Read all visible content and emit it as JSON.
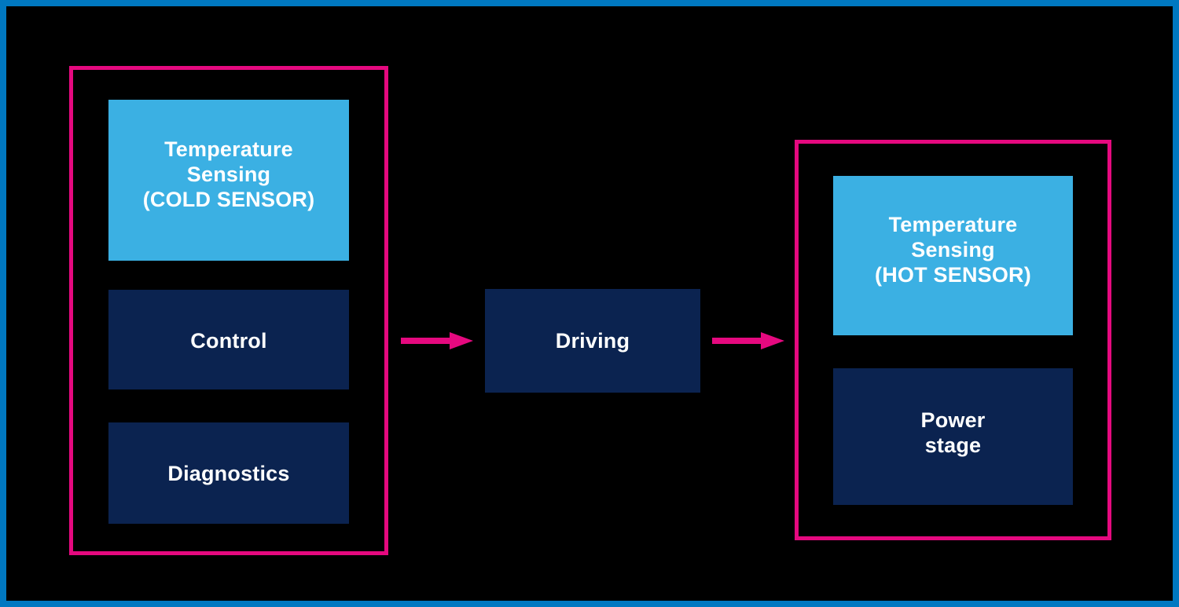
{
  "diagram": {
    "title": "Thermal control system block diagram",
    "background_color": "#000000",
    "frame_color": "#0078C1",
    "group_border_color": "#E5097F",
    "arrow_color": "#E5097F",
    "sensor_block_color": "#3BB0E3",
    "unit_block_color": "#0B2350",
    "text_color": "#FFFFFF"
  },
  "groups": [
    {
      "id": "cold-side",
      "name": "cold-side-group",
      "blocks": [
        {
          "id": "cold-sensor",
          "label": "Temperature\nSensing\n(COLD SENSOR)",
          "style": "sensor"
        },
        {
          "id": "control",
          "label": "Control",
          "style": "unit"
        },
        {
          "id": "diagnostics",
          "label": "Diagnostics",
          "style": "unit"
        }
      ]
    },
    {
      "id": "hot-side",
      "name": "hot-side-group",
      "blocks": [
        {
          "id": "hot-sensor",
          "label": "Temperature\nSensing\n(HOT SENSOR)",
          "style": "sensor"
        },
        {
          "id": "power-stage",
          "label": "Power\nstage",
          "style": "unit"
        }
      ]
    }
  ],
  "middle": {
    "driving": {
      "id": "driving",
      "label": "Driving",
      "style": "unit"
    }
  },
  "arrows": [
    {
      "id": "control-to-driving",
      "icon": "arrow-right-icon",
      "from": "cold-side-group",
      "to": "driving"
    },
    {
      "id": "driving-to-power",
      "icon": "arrow-right-icon",
      "from": "driving",
      "to": "hot-side-group"
    }
  ]
}
